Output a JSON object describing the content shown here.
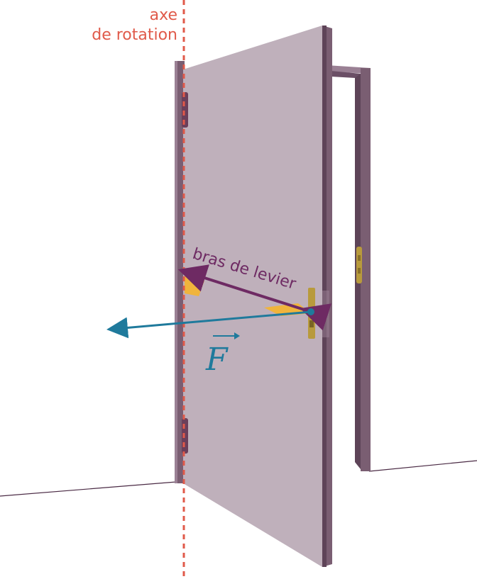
{
  "labels": {
    "axis_line1": "axe",
    "axis_line2": "de rotation",
    "lever_arm": "bras de levier",
    "force": "F"
  },
  "colors": {
    "axis": "#e05a4a",
    "lever_arm": "#6e2a63",
    "force": "#1f7a9c",
    "door": "#bfb0bb",
    "frame": "#7a5e72",
    "right_angle_marker": "#f0b43c",
    "hardware": "#b89a3c"
  },
  "icons": {
    "force_vector_symbol": "vector-arrow-over-letter"
  }
}
